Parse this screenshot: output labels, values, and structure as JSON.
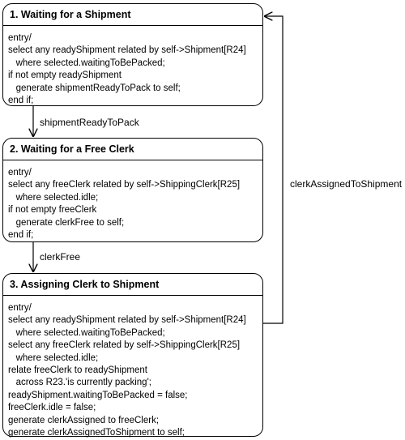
{
  "states": [
    {
      "title": "1. Waiting for a Shipment",
      "lines": [
        "entry/",
        "select any readyShipment related by self->Shipment[R24]",
        "   where selected.waitingToBePacked;",
        "if not empty readyShipment",
        "   generate shipmentReadyToPack to self;",
        "end if;"
      ]
    },
    {
      "title": "2. Waiting for a Free Clerk",
      "lines": [
        "entry/",
        "select any freeClerk related by self->ShippingClerk[R25]",
        "   where selected.idle;",
        "if not empty freeClerk",
        "   generate clerkFree to self;",
        "end if;"
      ]
    },
    {
      "title": "3. Assigning Clerk to Shipment",
      "lines": [
        "entry/",
        "select any readyShipment related by self->Shipment[R24]",
        "   where selected.waitingToBePacked;",
        "select any freeClerk related by self->ShippingClerk[R25]",
        "   where selected.idle;",
        "relate freeClerk to readyShipment",
        "   across R23.'is currently packing';",
        "readyShipment.waitingToBePacked = false;",
        "freeClerk.idle = false;",
        "generate clerkAssigned to freeClerk;",
        "generate clerkAssignedToShipment to self;"
      ]
    }
  ],
  "transitions": {
    "t1_to_2": "shipmentReadyToPack",
    "t2_to_3": "clerkFree",
    "t3_to_1": "clerkAssignedToShipment"
  }
}
